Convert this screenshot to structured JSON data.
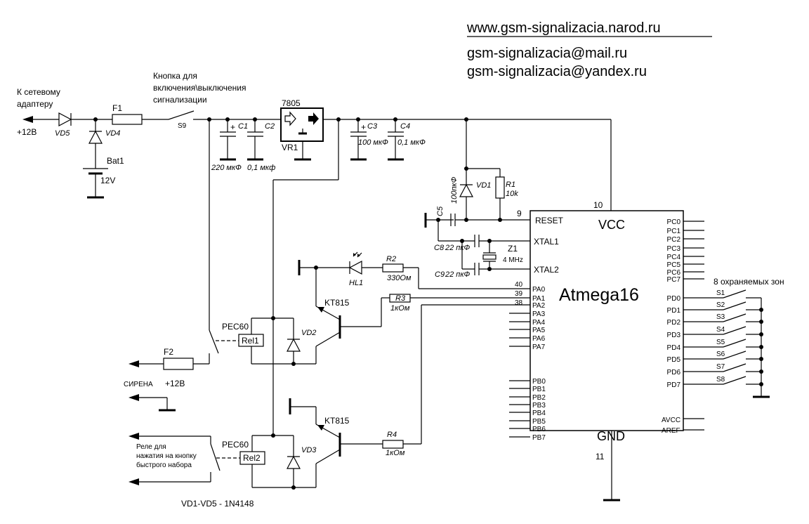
{
  "header": {
    "website": "www.gsm-signalizacia.narod.ru",
    "email1": "gsm-signalizacia@mail.ru",
    "email2": "gsm-signalizacia@yandex.ru"
  },
  "power": {
    "adapter_label_1": "К сетевому",
    "adapter_label_2": "адаптеру",
    "adapter_voltage": "+12В",
    "vd5": "VD5",
    "vd4": "VD4",
    "f1": "F1",
    "bat1": "Bat1",
    "bat_voltage": "12V",
    "switch_label_1": "Кнопка для",
    "switch_label_2": "включения\\выключения",
    "switch_label_3": "сигнализации",
    "s9": "S9",
    "c1": "C1",
    "c1_value": "220 мкФ",
    "c2": "C2",
    "c2_value": "0,1 мкф",
    "regulator": "7805",
    "vr1": "VR1",
    "c3": "C3",
    "c3_value": "100 мкФ",
    "c4": "C4",
    "c4_value": "0,1 мкФ",
    "plus": "+"
  },
  "reset": {
    "vd1": "VD1",
    "r1": "R1",
    "r1_value": "10k",
    "c5": "C5",
    "c5_value": "100пкФ",
    "pin9": "9",
    "c8": "C8",
    "c8_value": "22 пкФ",
    "c9": "C9",
    "c9_value": "22 пкФ",
    "z1": "Z1",
    "z1_value": "4 MHz"
  },
  "mcu": {
    "name": "Atmega16",
    "vcc": "VCC",
    "gnd": "GND",
    "pin_vcc": "10",
    "pin_gnd": "11",
    "reset": "RESET",
    "xtal1": "XTAL1",
    "xtal2": "XTAL2",
    "pa": [
      "PA0",
      "PA1",
      "PA2",
      "PA3",
      "PA4",
      "PA5",
      "PA6",
      "PA7"
    ],
    "pa_pins": [
      "40",
      "39",
      "38"
    ],
    "pb": [
      "PB0",
      "PB1",
      "PB2",
      "PB3",
      "PB4",
      "PB5",
      "PB6",
      "PB7"
    ],
    "pc": [
      "PC0",
      "PC1",
      "PC2",
      "PC3",
      "PC4",
      "PC5",
      "PC6",
      "PC7"
    ],
    "pd": [
      "PD0",
      "PD1",
      "PD2",
      "PD3",
      "PD4",
      "PD5",
      "PD6",
      "PD7"
    ],
    "avcc": "AVCC",
    "aref": "AREF"
  },
  "zones": {
    "title": "8 охраняемых зон",
    "switches": [
      "S1",
      "S2",
      "S3",
      "S4",
      "S5",
      "S6",
      "S7",
      "S8"
    ]
  },
  "led": {
    "hl1": "HL1",
    "r2": "R2",
    "r2_value": "330Ом"
  },
  "siren": {
    "r3": "R3",
    "r3_value": "1кОм",
    "transistor": "KT815",
    "relay_type": "РЕС60",
    "relay": "Rel1",
    "vd2": "VD2",
    "f2": "F2",
    "label": "СИРЕНА",
    "voltage": "+12В"
  },
  "dialer": {
    "r4": "R4",
    "r4_value": "1кОм",
    "transistor": "KT815",
    "relay_type": "РЕС60",
    "relay": "Rel2",
    "vd3": "VD3",
    "label_1": "Реле для",
    "label_2": "нажатия на кнопку",
    "label_3": "быстрого набора"
  },
  "note": "VD1-VD5 - 1N4148"
}
